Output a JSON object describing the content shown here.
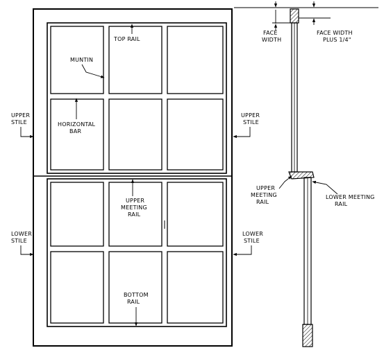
{
  "labels": {
    "top_rail": "TOP RAIL",
    "muntin": "MUNTIN",
    "horizontal_bar": [
      "HORIZONTAL",
      "BAR"
    ],
    "upper_stile_left": [
      "UPPER",
      "STILE"
    ],
    "upper_stile_right": [
      "UPPER",
      "STILE"
    ],
    "upper_meeting_rail_center": [
      "UPPER",
      "MEETING",
      "RAIL"
    ],
    "lower_stile_left": [
      "LOWER",
      "STILE"
    ],
    "lower_stile_right": [
      "LOWER",
      "STILE"
    ],
    "bottom_rail": [
      "BOTTOM",
      "RAIL"
    ],
    "face_width": [
      "FACE",
      "WIDTH"
    ],
    "face_width_plus": [
      "FACE WIDTH",
      "PLUS 1/4\""
    ],
    "upper_meeting_rail_section": [
      "UPPER",
      "MEETING",
      "RAIL"
    ],
    "lower_meeting_rail_section": [
      "LOWER MEETING",
      "RAIL"
    ]
  }
}
